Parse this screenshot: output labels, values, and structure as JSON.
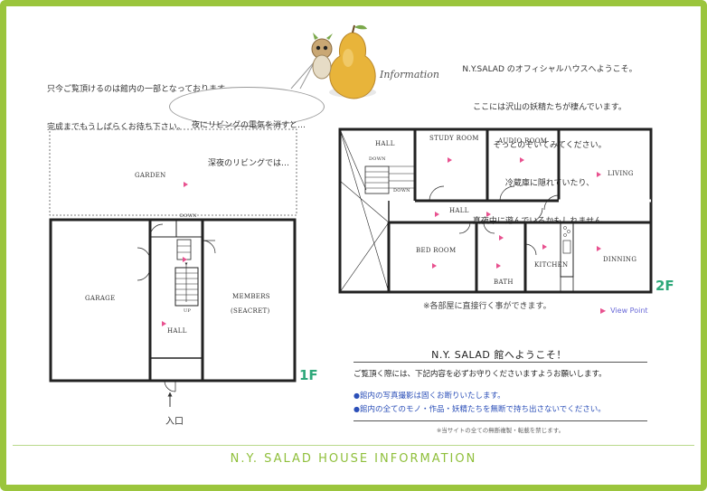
{
  "header": {
    "left_note": [
      "只今ご覧頂けるのは館内の一部となっております。",
      "完成までもうしばらくお待ち下さい。"
    ],
    "bubble_text": [
      "夜にリビングの電気を消すと…",
      "深夜のリビングでは…"
    ],
    "info_word": "Information",
    "right_note": [
      "N.Y.SALAD のオフィシャルハウスへようこそ。",
      "ここには沢山の妖精たちが棲んでいます。",
      "そっとのぞいてみてください。",
      "冷蔵庫に隠れていたり、",
      "真夜中に遊んでいるかもしれません……。"
    ]
  },
  "floor1": {
    "label": "1F",
    "rooms": {
      "garden": "GARDEN",
      "garage": "GARAGE",
      "members": "MEMBERS",
      "members_sub": "(SEACRET)",
      "hall": "HALL",
      "down": "DOWN",
      "up": "UP"
    },
    "entrance": "入口"
  },
  "floor2": {
    "label": "2F",
    "rooms": {
      "hall_upper": "HALL",
      "study": "STUDY ROOM",
      "audio": "AUDIO ROOM",
      "living": "LIVING",
      "hall": "HALL",
      "bedroom": "BED ROOM",
      "bath": "BATH",
      "kitchen": "KITCHEN",
      "dinning": "DINNING",
      "down1": "DOWN",
      "down2": "DOWN"
    },
    "access_note": "※各部屋に直接行く事ができます。"
  },
  "legend": {
    "view_point": "View Point"
  },
  "welcome": {
    "title": "N.Y. SALAD 館へようこそ！",
    "intro": "ご覧頂く際には、下記内容を必ずお守りくださいますようお願いします。",
    "items": [
      "館内の写真撮影は固くお断りいたします。",
      "館内の全てのモノ・作品・妖精たちを無断で持ち出さないでください。"
    ],
    "copyright": "※当サイトの全ての無断複製・転載を禁じます。"
  },
  "footer": {
    "title": "N.Y. SALAD  HOUSE  INFORMATION"
  },
  "colors": {
    "frame": "#9bc53d",
    "floor_label": "#2ea87a",
    "view_point_arrow": "#e8518f",
    "welcome_items": "#2b4fb8"
  }
}
